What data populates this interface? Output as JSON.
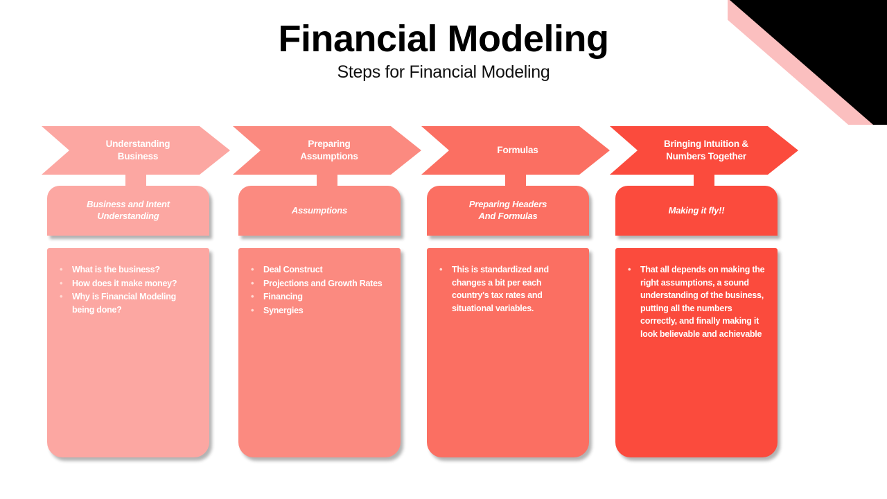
{
  "header": {
    "title": "Financial Modeling",
    "subtitle": "Steps for Financial Modeling"
  },
  "decoration": {
    "corner_pink": "#FBBFBF",
    "corner_black": "#000000"
  },
  "palette": {
    "step1": "#FCA7A2",
    "step2": "#FB8A80",
    "step3": "#FB6F62",
    "step4": "#FB4B3D",
    "bullet_dot": "#FFD9D2",
    "text": "#FFFFFF"
  },
  "steps": [
    {
      "arrow_label": "Understanding\nBusiness",
      "sub_label": "Business and Intent\nUnderstanding",
      "color": "#FCA7A2",
      "bullets": [
        "What is the business?",
        "How does it make money?",
        "Why is Financial Modeling being done?"
      ]
    },
    {
      "arrow_label": "Preparing\nAssumptions",
      "sub_label": "Assumptions",
      "color": "#FB8A80",
      "bullets": [
        "Deal Construct",
        "Projections and Growth Rates",
        "Financing",
        "Synergies"
      ]
    },
    {
      "arrow_label": "Formulas",
      "sub_label": "Preparing Headers\nAnd Formulas",
      "color": "#FB6F62",
      "bullets": [
        "This is standardized and changes a bit per each country's tax rates and situational variables."
      ]
    },
    {
      "arrow_label": "Bringing Intuition &\nNumbers Together",
      "sub_label": "Making it fly!!",
      "color": "#FB4B3D",
      "bullets": [
        "That all depends on making the right assumptions, a sound understanding of the business, putting all the numbers correctly, and finally making it look believable and achievable"
      ]
    }
  ]
}
